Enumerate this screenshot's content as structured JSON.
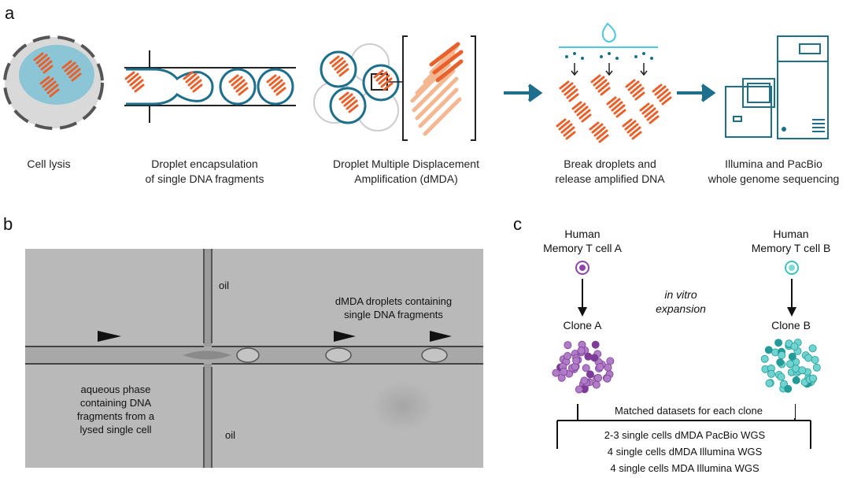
{
  "panel_a": {
    "label": "a",
    "steps": [
      {
        "line1": "Cell lysis",
        "line2": ""
      },
      {
        "line1": "Droplet encapsulation",
        "line2": "of single DNA fragments"
      },
      {
        "line1": "Droplet Multiple Displacement",
        "line2": "Amplification (dMDA)"
      },
      {
        "line1": "Break droplets and",
        "line2": "release amplified DNA"
      },
      {
        "line1": "Illumina and PacBio",
        "line2": "whole genome sequencing"
      }
    ]
  },
  "panel_b": {
    "label": "b",
    "oil_top": "oil",
    "oil_bottom": "oil",
    "droplets_line1": "dMDA droplets containing",
    "droplets_line2": "single DNA fragments",
    "aqueous_lines": [
      "aqueous phase",
      "containing DNA",
      "fragments from a",
      "lysed single cell"
    ]
  },
  "panel_c": {
    "label": "c",
    "cell_a_line1": "Human",
    "cell_a_line2": "Memory T cell A",
    "cell_b_line1": "Human",
    "cell_b_line2": "Memory T cell B",
    "expansion_line1": "in vitro",
    "expansion_line2": "expansion",
    "clone_a": "Clone A",
    "clone_b": "Clone B",
    "matched": "Matched datasets for each clone",
    "datasets": [
      "2-3 single cells dMDA PacBio WGS",
      "4 single cells dMDA Illumina WGS",
      "4 single cells MDA Illumina WGS"
    ],
    "colors": {
      "clone_a": "#9b59b6",
      "clone_b": "#3cc3c0"
    }
  },
  "colors": {
    "teal": "#1e6f8c",
    "orange": "#e8612c",
    "cyan": "#4ec6e0"
  }
}
